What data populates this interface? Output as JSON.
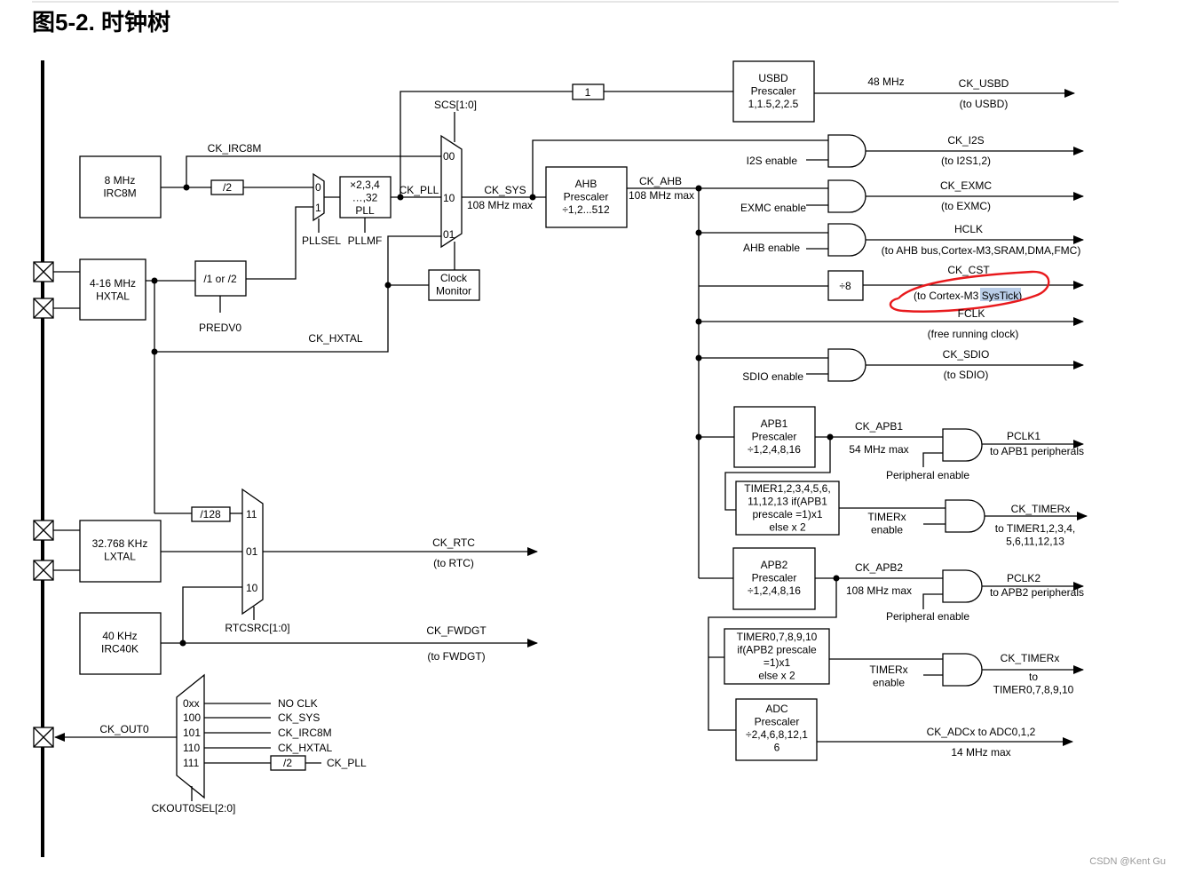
{
  "title": "图5-2. 时钟树",
  "watermark": "CSDN @Kent Gu",
  "annotation": {
    "color": "#e8191c",
    "highlight_color": "#b9cde8",
    "highlighted_text": "SysTick"
  },
  "sources": {
    "irc8m": "8 MHz\nIRC8M",
    "hxtal": "4-16 MHz\nHXTAL",
    "lxtal": "32.768 KHz\nLXTAL",
    "irc40k": "40 KHz\nIRC40K"
  },
  "blocks": {
    "div2": "/2",
    "pll": "×2,3,4\n…,32\nPLL",
    "predv": "/1 or /2",
    "div128": "/128",
    "div1": "1",
    "clock_monitor": "Clock\nMonitor",
    "ahb": "AHB\nPrescaler\n÷1,2...512",
    "usbd": "USBD\nPrescaler\n1,1.5,2,2.5",
    "div8": "÷8",
    "apb1": "APB1\nPrescaler\n÷1,2,4,8,16",
    "timer1": "TIMER1,2,3,4,5,6,\n11,12,13 if(APB1\nprescale =1)x1\nelse x 2",
    "apb2": "APB2\nPrescaler\n÷1,2,4,8,16",
    "timer0": "TIMER0,7,8,9,10\nif(APB2 prescale\n=1)x1\nelse x 2",
    "adc": "ADC\nPrescaler\n÷2,4,6,8,12,1\n6",
    "ckout_div2": "/2"
  },
  "labels": {
    "ck_irc8m": "CK_IRC8M",
    "pllsel": "PLLSEL",
    "pllmf": "PLLMF",
    "ck_pll": "CK_PLL",
    "scs": "SCS[1:0]",
    "ck_sys": "CK_SYS",
    "sys_max": "108 MHz max",
    "ck_ahb": "CK_AHB",
    "ahb_max": "108 MHz max",
    "predv0": "PREDV0",
    "ck_hxtal": "CK_HXTAL",
    "rtcsrc": "RTCSRC[1:0]",
    "ck_rtc": "CK_RTC",
    "to_rtc": "(to RTC)",
    "ck_fwdgt": "CK_FWDGT",
    "to_fwdgt": "(to FWDGT)",
    "ck_out0": "CK_OUT0",
    "ckout0sel": "CKOUT0SEL[2:0]",
    "usb_48": "48 MHz",
    "ck_usbd": "CK_USBD",
    "to_usbd": "(to USBD)",
    "i2s_enable": "I2S enable",
    "ck_i2s": "CK_I2S",
    "to_i2s": "(to I2S1,2)",
    "exmc_enable": "EXMC enable",
    "ck_exmc": "CK_EXMC",
    "to_exmc": "(to EXMC)",
    "ahb_enable": "AHB enable",
    "hclk": "HCLK",
    "to_hclk": "(to AHB bus,Cortex-M3,SRAM,DMA,FMC)",
    "ck_cst": "CK_CST",
    "to_cst_a": "(to Cortex-M3 ",
    "to_cst_b": "SysTick",
    "to_cst_c": ")",
    "fclk": "FCLK",
    "fclk_desc": "(free running clock)",
    "sdio_enable": "SDIO enable",
    "ck_sdio": "CK_SDIO",
    "to_sdio": "(to SDIO)",
    "ck_apb1": "CK_APB1",
    "apb1_max": "54 MHz max",
    "periph_enable1": "Peripheral enable",
    "pclk1": "PCLK1",
    "to_apb1": "to APB1 peripherals",
    "timerx_enable1": "TIMERx\nenable",
    "ck_timerx1": "CK_TIMERx",
    "to_timer1": "to TIMER1,2,3,4,\n5,6,11,12,13",
    "ck_apb2": "CK_APB2",
    "apb2_max": "108 MHz max",
    "periph_enable2": "Peripheral enable",
    "pclk2": "PCLK2",
    "to_apb2": "to APB2 peripherals",
    "timerx_enable2": "TIMERx\nenable",
    "ck_timerx2": "CK_TIMERx",
    "to_timer0": "to\nTIMER0,7,8,9,10",
    "ck_adcx": "CK_ADCx to ADC0,1,2",
    "adc_max": "14 MHz max"
  },
  "mux": {
    "sys": [
      "00",
      "10",
      "01"
    ],
    "pll": [
      "0",
      "1"
    ],
    "rtc": [
      "11",
      "01",
      "10"
    ],
    "ckout": [
      "0xx",
      "100",
      "101",
      "110",
      "111"
    ]
  },
  "ckout_sources": [
    "NO CLK",
    "CK_SYS",
    "CK_IRC8M",
    "CK_HXTAL",
    "CK_PLL"
  ]
}
